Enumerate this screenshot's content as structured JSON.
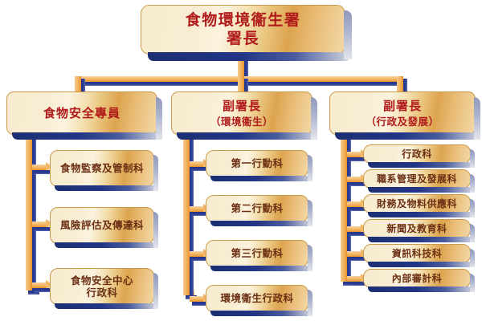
{
  "chart_meta": {
    "type": "organization-chart",
    "language": "zh-Hant",
    "orientation": "top-down",
    "levels": 3,
    "colors": {
      "box_fill_light": "#f8edd2",
      "box_fill_gold": "#dda44f",
      "box_border": "#c99a4a",
      "box_shadow_navy": "#22358a",
      "connector_gold": "#f3b765",
      "title_text": "#b01a1a",
      "unit_text": "#6b2f14",
      "background": "#ffffff"
    }
  },
  "root": {
    "title_line1": "食物環境衞生署",
    "title_line2": "署長"
  },
  "branches": [
    {
      "id": "food-safety",
      "head_title": "食物安全專員",
      "head_subtitle": "",
      "units": [
        {
          "label": "食物監察及管制科"
        },
        {
          "label": "風險評估及傳達科"
        },
        {
          "label_line1": "食物安全中心",
          "label_line2": "行政科"
        }
      ]
    },
    {
      "id": "environmental-hygiene",
      "head_title": "副署長",
      "head_subtitle": "（環境衞生）",
      "units": [
        {
          "label": "第一行動科"
        },
        {
          "label": "第二行動科"
        },
        {
          "label": "第三行動科"
        },
        {
          "label": "環境衞生行政科"
        }
      ]
    },
    {
      "id": "administration-development",
      "head_title": "副署長",
      "head_subtitle": "（行政及發展）",
      "units": [
        {
          "label": "行政科"
        },
        {
          "label": "職系管理及發展科"
        },
        {
          "label": "財務及物料供應科"
        },
        {
          "label": "新聞及教育科"
        },
        {
          "label": "資訊科技科"
        },
        {
          "label": "內部審計科"
        }
      ]
    }
  ]
}
